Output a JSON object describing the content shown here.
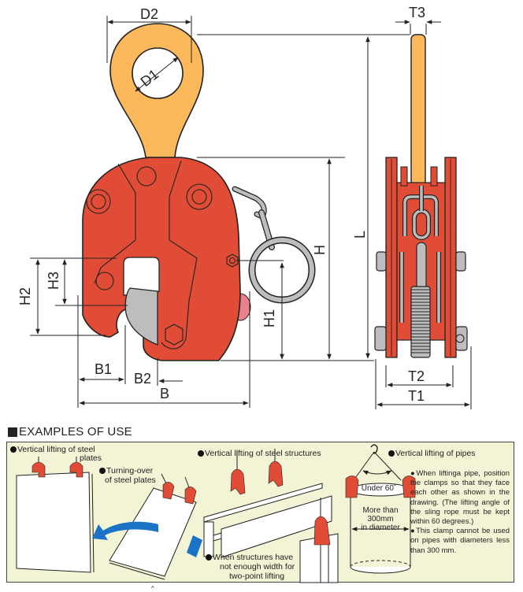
{
  "drawing": {
    "title": "Vertical lifting clamp dimension drawing",
    "dimensions": {
      "D2": "D2",
      "D1": "D1",
      "T3": "T3",
      "L": "L",
      "H": "H",
      "H1": "H1",
      "H2": "H2",
      "H3": "H3",
      "B1": "B1",
      "B2": "B2",
      "B": "B",
      "T2": "T2",
      "T1": "T1"
    },
    "colors": {
      "body": "#e04c36",
      "eye": "#fbb95c",
      "steel": "#bdbdbd",
      "pink": "#e8838e",
      "line": "#222222"
    }
  },
  "examples": {
    "heading": "EXAMPLES OF USE",
    "panel_bg": "#f3f3d5",
    "arrow_color": "#1a73c6",
    "items": [
      {
        "label_line1": "Vertical lifting of steel",
        "label_line2": "plates"
      },
      {
        "label_line1": "Turning-over",
        "label_line2": "of steel plates"
      },
      {
        "label_line1": "Vertical lifting of steel structures"
      },
      {
        "label_line1": "When structures have",
        "label_line2": "not enough width for",
        "label_line3": "two-point lifting"
      },
      {
        "label_line1": "Vertical lifting of pipes"
      }
    ],
    "pipe": {
      "angle_label": "Under 60˚",
      "diameter_line1": "More than",
      "diameter_line2": "300mm",
      "diameter_line3": "in diameter"
    },
    "notes": [
      "●When liftinga pipe, position the clamps so that they face each other as shown in the drawing. (The lifting angle of the sling rope must be kept within 60 degrees.)",
      "●This clamp cannot be used on pipes with diameters less than 300 mm."
    ]
  },
  "footer_mark": "^"
}
